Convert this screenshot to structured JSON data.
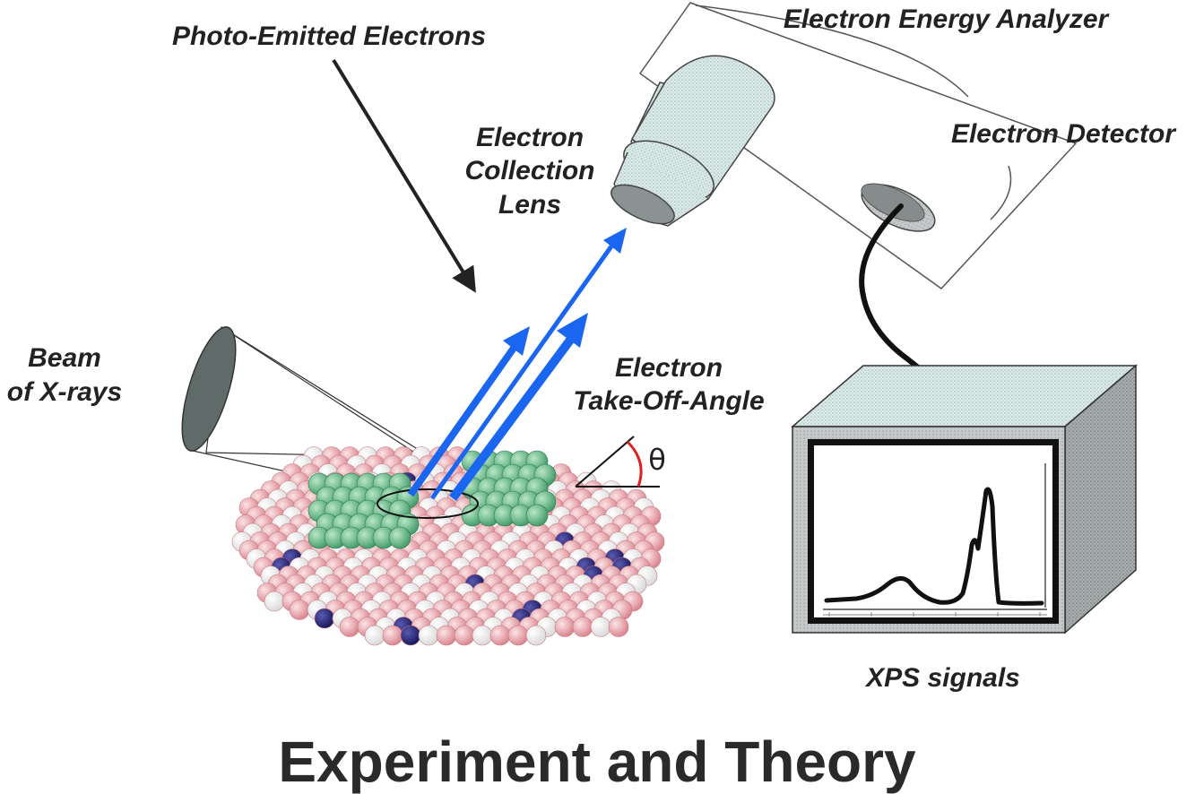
{
  "labels": {
    "photo_emitted_electrons": "Photo-Emitted Electrons",
    "electron_energy_analyzer": "Electron Energy Analyzer",
    "electron_detector": "Electron Detector",
    "collection_lens": [
      "Electron",
      "Collection",
      "Lens"
    ],
    "beam_xrays": [
      "Beam",
      "of X-rays"
    ],
    "take_off_angle": [
      "Electron",
      "Take-Off-Angle"
    ],
    "theta": "θ",
    "xps_signals": "XPS signals"
  },
  "title": "Experiment and Theory",
  "colors": {
    "electron_beam": "#1a66f0",
    "angle_arc": "#e02020",
    "adsorbate_atom": "#5db884",
    "substrate_atom": "#e8a2a6",
    "substrate_atom_light": "#ffffff",
    "dopant_atom": "#23237a",
    "monitor_body": "#b8bcbc"
  },
  "icons": {
    "sample": "atomic-surface-icon",
    "xray_source": "cone-icon",
    "lens": "cylinder-lens-icon",
    "monitor": "monitor-box-icon"
  }
}
